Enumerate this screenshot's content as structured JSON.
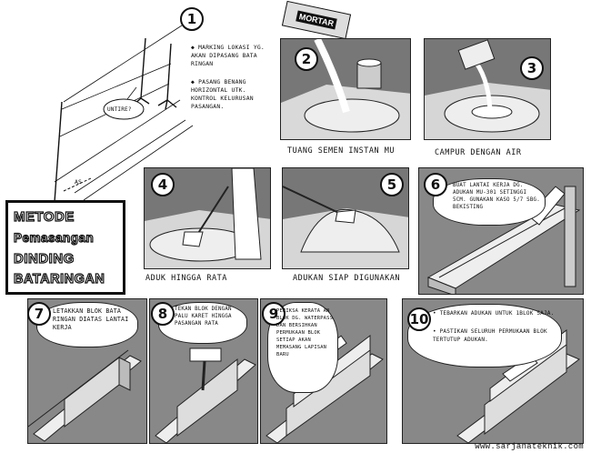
{
  "title": {
    "lines": [
      "METODE",
      "Pemasangan",
      "DINDING",
      "BATARINGAN"
    ]
  },
  "website": "www.sarjanateknik.com",
  "steps": [
    {
      "num": "1",
      "notes": [
        "MARKING LOKASI YG. AKAN DIPASANG BATA RINGAN",
        "PASANG BENANG HORIZONTAL UTK. KONTROL KELURUSAN PASANGAN."
      ],
      "label_untiet": "UNTIRE?",
      "label_as": "AS"
    },
    {
      "num": "2",
      "caption": "TUANG SEMEN INSTAN MU",
      "bag_label": "MORTAR"
    },
    {
      "num": "3",
      "caption": "CAMPUR DENGAN AIR"
    },
    {
      "num": "4",
      "caption": "ADUK HINGGA RATA"
    },
    {
      "num": "5",
      "caption": "ADUKAN SIAP DIGUNAKAN"
    },
    {
      "num": "6",
      "note": "BUAT LANTAI KERJA DG. ADUKAN MU-301 SETINGGI 5CM. GUNAKAN KASO 5/7 SBG. BEKISTING"
    },
    {
      "num": "7",
      "note": "LETAKKAN BLOK BATA RINGAN DIATAS LANTAI KERJA"
    },
    {
      "num": "8",
      "note": "TEKAN BLOK DENGAN PALU KARET HINGGA PASANGAN RATA"
    },
    {
      "num": "9",
      "note": "PERIKSA KERATA AN BLOK DG. WATERPASS DAN BERSIHKAN PERMUKAAN BLOK SETIAP AKAN MEMASANG LAPISAN BARU"
    },
    {
      "num": "10",
      "notes": [
        "TEBARKAN ADUKAN UNTUK 1BLOK SAJA.",
        "PASTIKAN SELURUH PERMUKAAN BLOK TERTUTUP ADUKAN."
      ]
    }
  ]
}
